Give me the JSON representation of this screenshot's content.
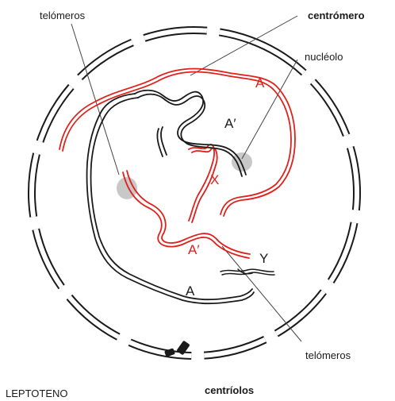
{
  "labels": {
    "telomeros_top": "telómeros",
    "centromero": "centrómero",
    "nucleolo": "nucléolo",
    "telomeros_bottom": "telómeros",
    "centriolos": "centríolos",
    "stage": "LEPTOTENO"
  },
  "chromosome_tags": {
    "A_red": "A",
    "A_prime_black": "A′",
    "X": "X",
    "A_prime_red": "A′",
    "Y": "Y",
    "A_black": "A"
  },
  "colors": {
    "black_chromosome": "#1a1a1a",
    "red_chromosome": "#e0201b",
    "envelope": "#1a1a1a",
    "nucleolus": "#9a9a9a",
    "pointer_line": "#444444"
  }
}
